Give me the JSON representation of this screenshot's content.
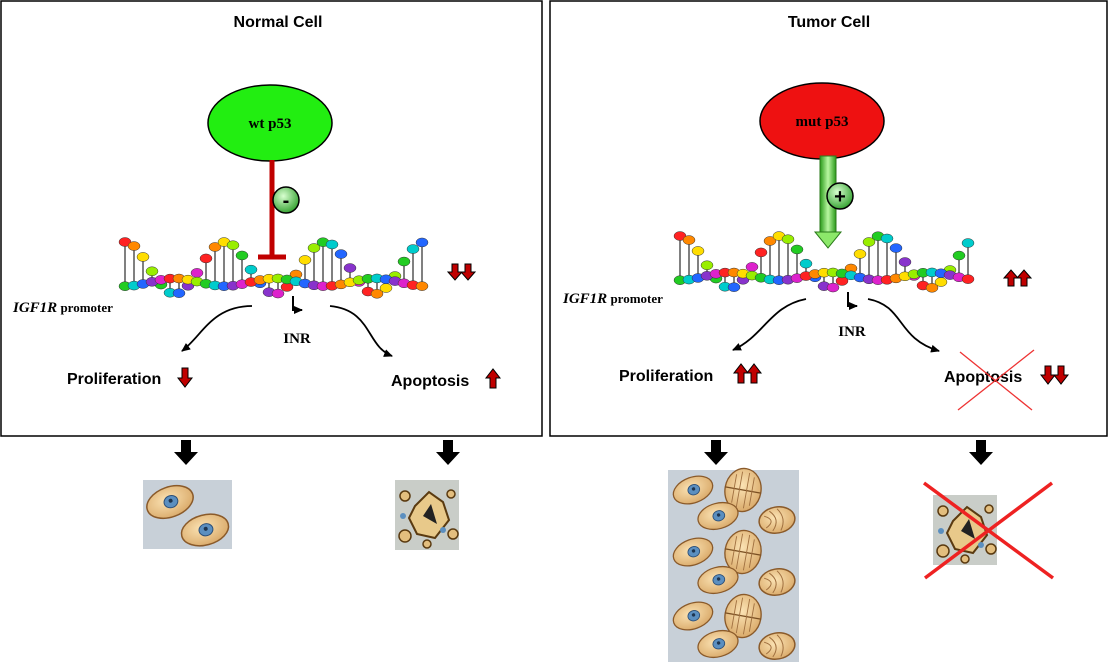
{
  "panels": [
    {
      "title": "Normal Cell",
      "p53_label": "wt p53",
      "p53_color": "#22ee11",
      "effect_sign": "-",
      "promoter_gene": "IGF1R",
      "promoter_word": " promoter",
      "inr_label": "INR",
      "proliferation_label": "Proliferation",
      "apoptosis_label": "Apoptosis"
    },
    {
      "title": "Tumor Cell",
      "p53_label": "mut p53",
      "p53_color": "#ee1111",
      "effect_sign": "+",
      "promoter_gene": "IGF1R",
      "promoter_word": " promoter",
      "inr_label": "INR",
      "proliferation_label": "Proliferation",
      "apoptosis_label": "Apoptosis"
    }
  ],
  "colors": {
    "inhibit_bar": "#c00000",
    "trend_arrow": "#c00000",
    "activate_arrow": "#66dd33",
    "cross": "#ee2222"
  }
}
